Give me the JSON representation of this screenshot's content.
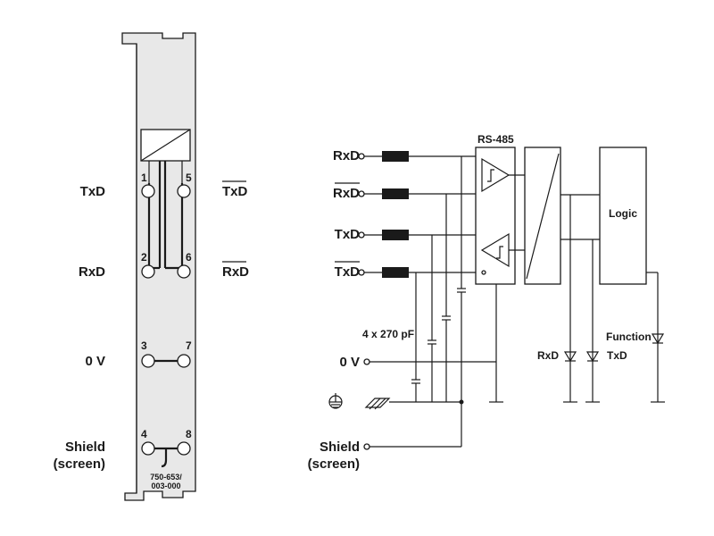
{
  "module": {
    "pins": {
      "p1": "1",
      "p2": "2",
      "p3": "3",
      "p4": "4",
      "p5": "5",
      "p6": "6",
      "p7": "7",
      "p8": "8"
    },
    "left_labels": {
      "txd": "TxD",
      "rxd": "RxD",
      "zero_v": "0 V",
      "shield": "Shield",
      "screen": "(screen)"
    },
    "right_labels": {
      "txd_bar": "TxD",
      "rxd_bar": "RxD"
    },
    "part_number_line1": "750-653/",
    "part_number_line2": "003-000"
  },
  "schematic": {
    "inputs": {
      "rxd": "RxD",
      "rxd_bar": "RxD",
      "txd": "TxD",
      "txd_bar": "TxD",
      "zero_v": "0 V",
      "shield": "Shield",
      "screen": "(screen)"
    },
    "transceiver_label": "RS-485",
    "logic_label": "Logic",
    "capacitor_label": "4 x 270 pF",
    "leds": {
      "rxd": "RxD",
      "txd": "TxD",
      "function": "Function"
    }
  }
}
